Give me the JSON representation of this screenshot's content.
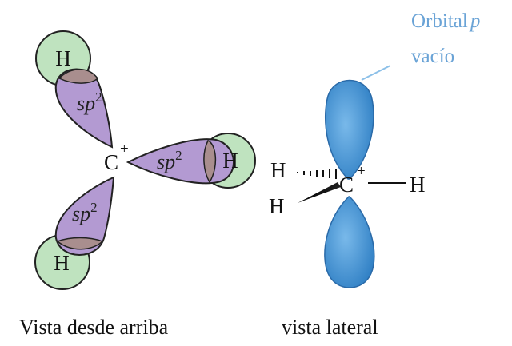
{
  "colors": {
    "lobe": "#b39ad2",
    "lobe_overlap": "#a98e8e",
    "hydrogen": "#bfe3bf",
    "p_orbital": "#3f8fd4",
    "label_blue": "#6aa3d6"
  },
  "top_view": {
    "carbon": "C",
    "charge": "+",
    "hydrogen": "H",
    "hybrid": "sp",
    "hybrid_exp": "2",
    "caption": "Vista desde arriba"
  },
  "side_view": {
    "carbon": "C",
    "charge": "+",
    "hydrogen": "H",
    "caption": "vista lateral",
    "orbital_label_line1": "Orbital",
    "orbital_label_p": "p",
    "orbital_label_line2": "vacío"
  }
}
